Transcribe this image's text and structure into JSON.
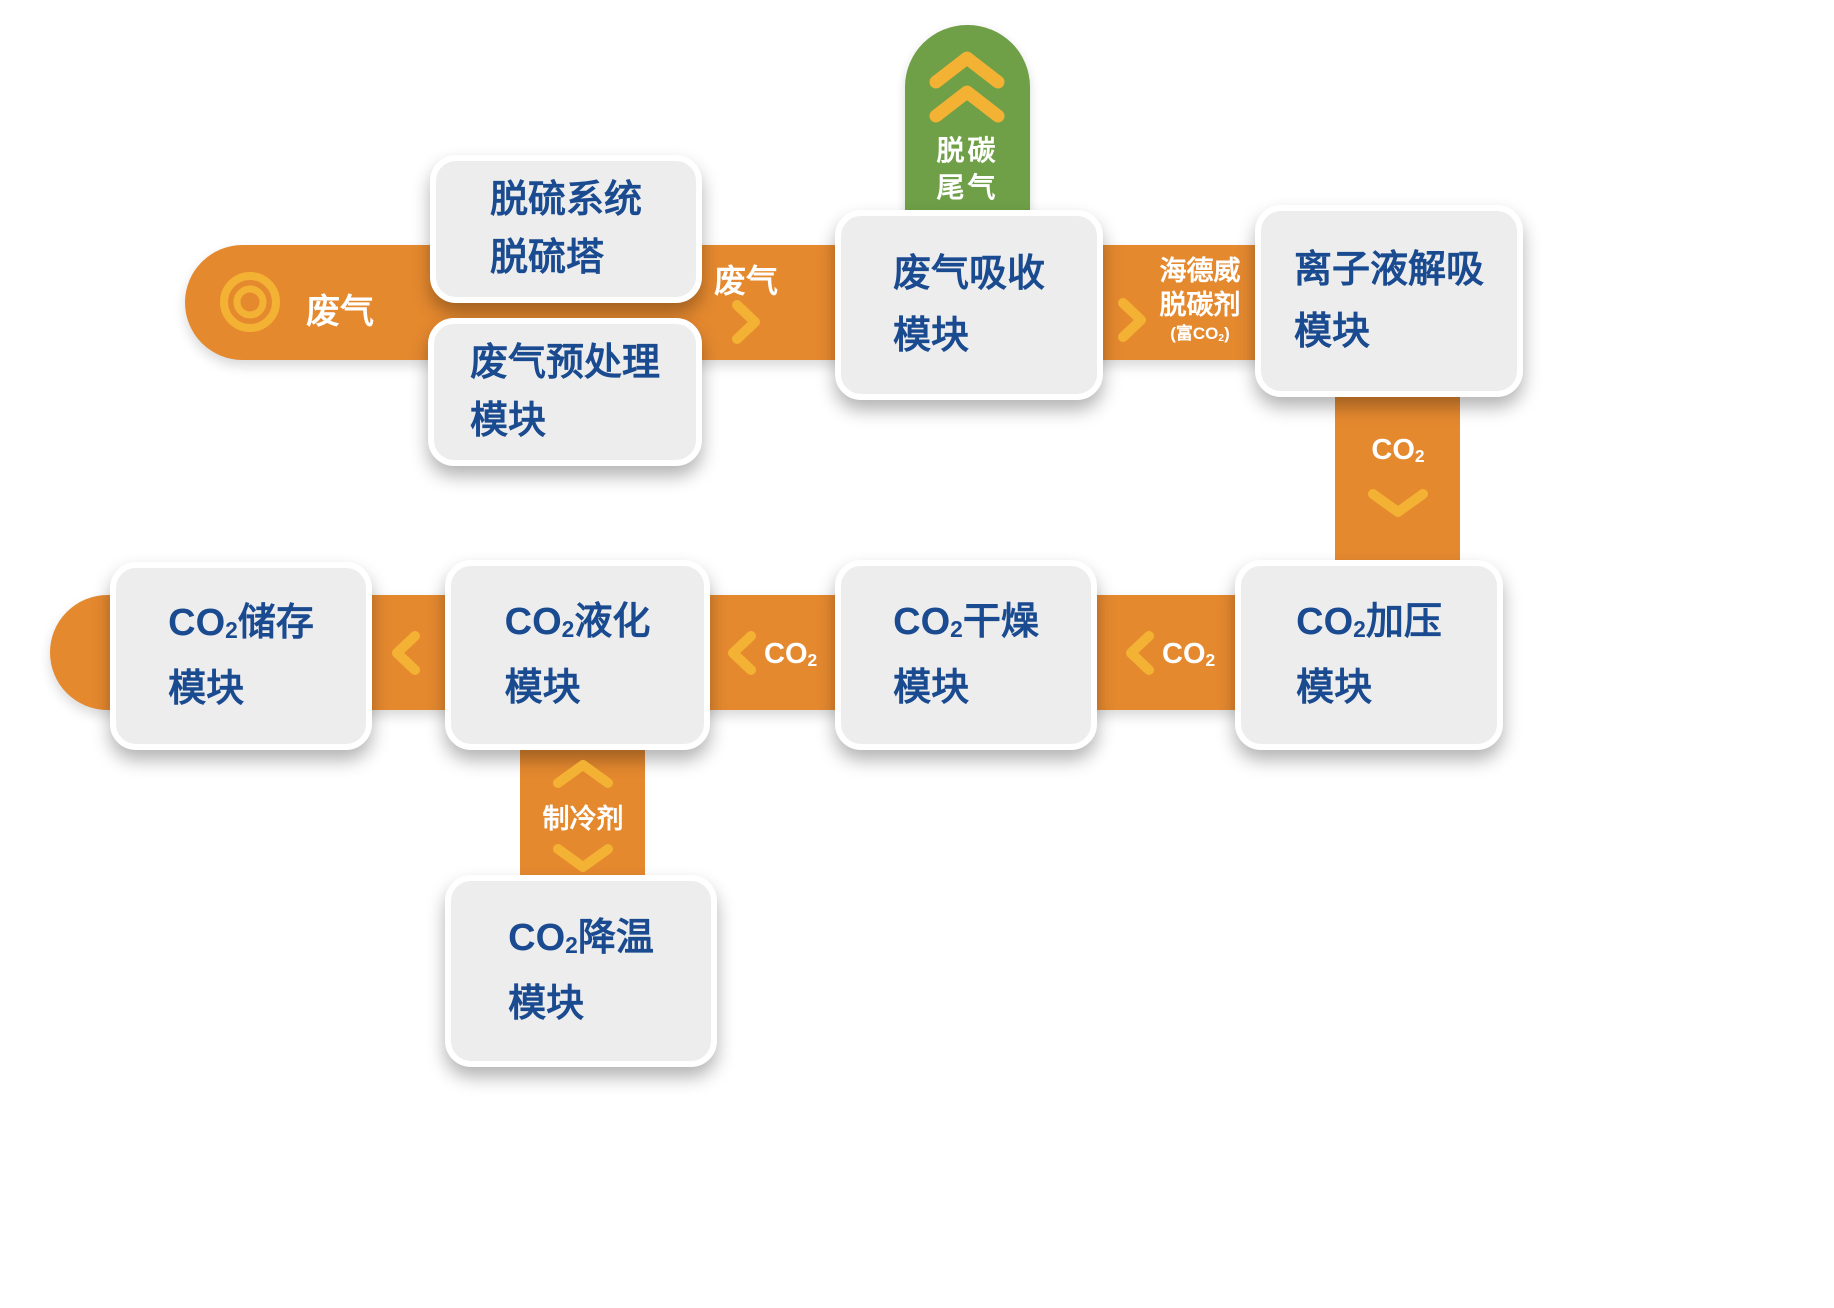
{
  "colors": {
    "orange": "#E5892F",
    "green": "#6FA048",
    "yellow": "#F3B234",
    "box_bg": "#EDEDED",
    "box_text": "#1A4A8F"
  },
  "co2": {
    "base": "CO",
    "sub": "2"
  },
  "nodes": {
    "desulfurization": {
      "line1": "脱硫系统",
      "line2": "脱硫塔"
    },
    "pretreatment": {
      "line1": "废气预处理",
      "line2": "模块"
    },
    "absorption": {
      "line1": "废气吸收",
      "line2": "模块"
    },
    "desorption": {
      "line1": "离子液解吸",
      "line2": "模块"
    },
    "pressurization": {
      "suffix": "加压",
      "line2": "模块"
    },
    "drying": {
      "suffix": "干燥",
      "line2": "模块"
    },
    "liquefaction": {
      "suffix": "液化",
      "line2": "模块"
    },
    "storage": {
      "suffix": "储存",
      "line2": "模块"
    },
    "cooling": {
      "suffix": "降温",
      "line2": "模块"
    }
  },
  "flows": {
    "source_gas": "废气",
    "waste_gas": "废气",
    "absorbent_line1": "海德威",
    "absorbent_line2": "脱碳剂",
    "absorbent_note_pre": "(富CO",
    "absorbent_note_sub": "2",
    "absorbent_note_post": ")",
    "refrigerant": "制冷剂",
    "tail_gas_line1": "脱碳",
    "tail_gas_line2": "尾气"
  }
}
